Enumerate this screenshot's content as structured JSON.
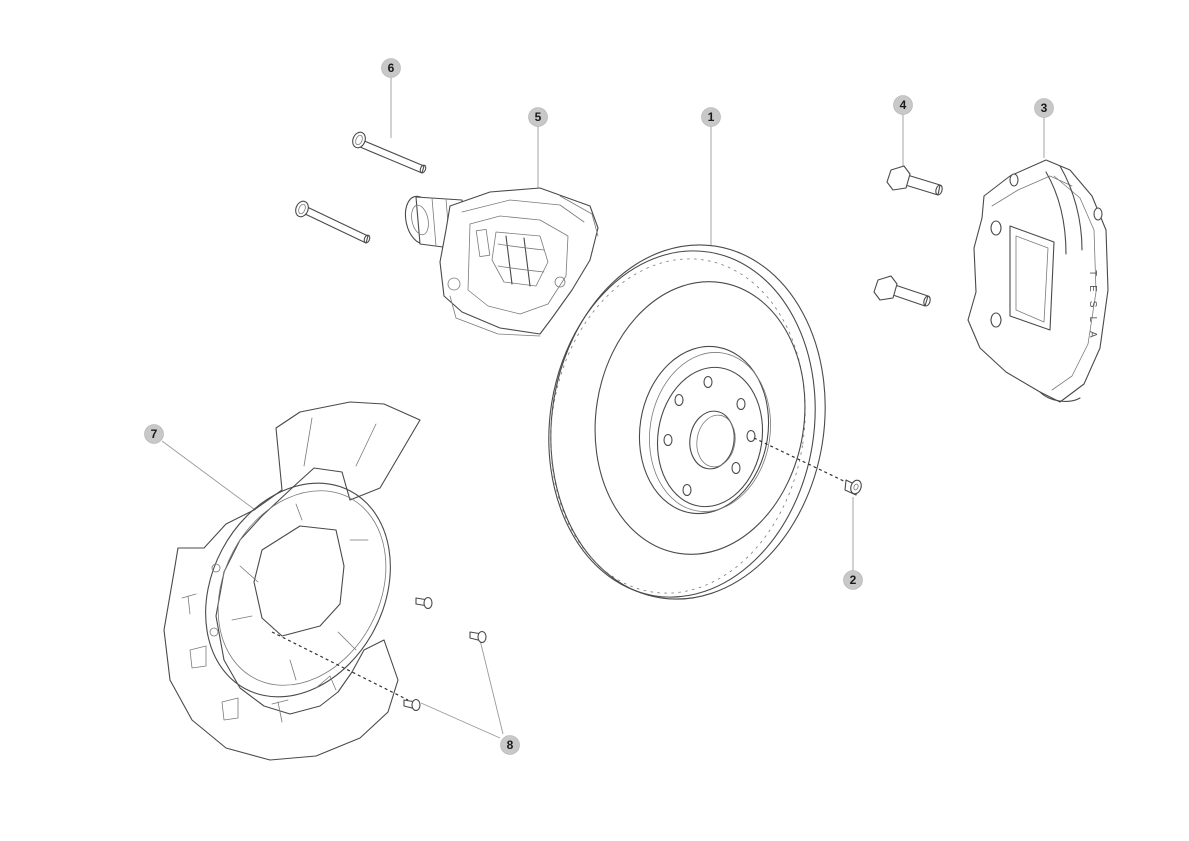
{
  "callouts": [
    {
      "id": "callout-1",
      "label": "1"
    },
    {
      "id": "callout-2",
      "label": "2"
    },
    {
      "id": "callout-3",
      "label": "3"
    },
    {
      "id": "callout-4",
      "label": "4"
    },
    {
      "id": "callout-5",
      "label": "5"
    },
    {
      "id": "callout-6",
      "label": "6"
    },
    {
      "id": "callout-7",
      "label": "7"
    },
    {
      "id": "callout-8",
      "label": "8"
    }
  ],
  "caliper_brand_text": "TESLA"
}
